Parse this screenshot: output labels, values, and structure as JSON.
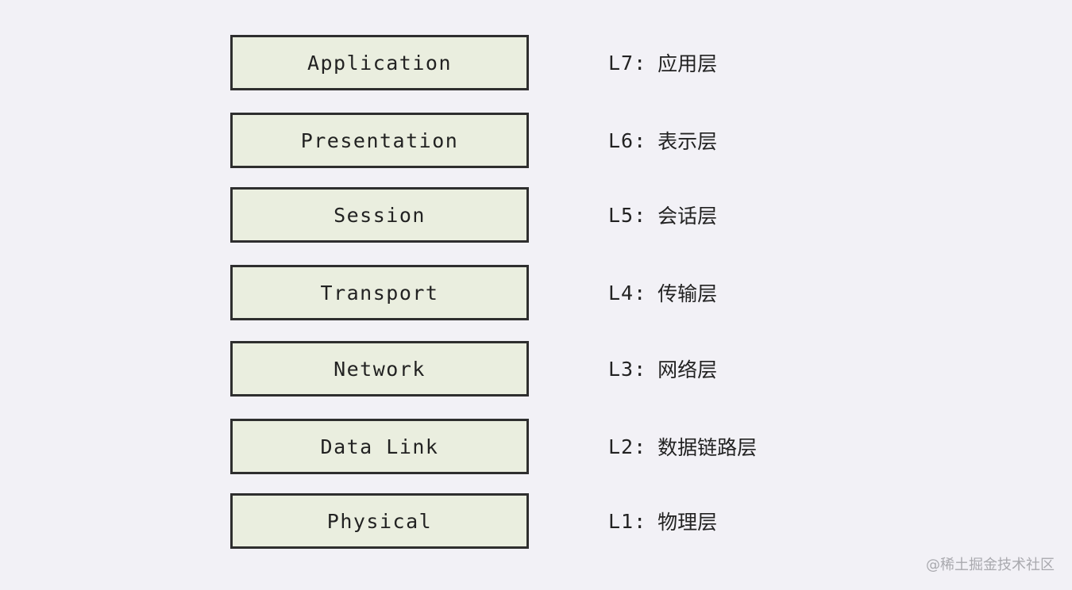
{
  "layers": [
    {
      "name": "Application",
      "level": "L7:",
      "cn": "应用层"
    },
    {
      "name": "Presentation",
      "level": "L6:",
      "cn": "表示层"
    },
    {
      "name": "Session",
      "level": "L5:",
      "cn": "会话层"
    },
    {
      "name": "Transport",
      "level": "L4:",
      "cn": "传输层"
    },
    {
      "name": "Network",
      "level": "L3:",
      "cn": "网络层"
    },
    {
      "name": "Data Link",
      "level": "L2:",
      "cn": "数据链路层"
    },
    {
      "name": "Physical",
      "level": "L1:",
      "cn": "物理层"
    }
  ],
  "watermark": "@稀土掘金技术社区",
  "colors": {
    "background": "#f2f1f6",
    "box_fill": "#eaeedf",
    "box_border": "#2e2e2e",
    "text": "#222222",
    "watermark": "#a9a9ae"
  }
}
